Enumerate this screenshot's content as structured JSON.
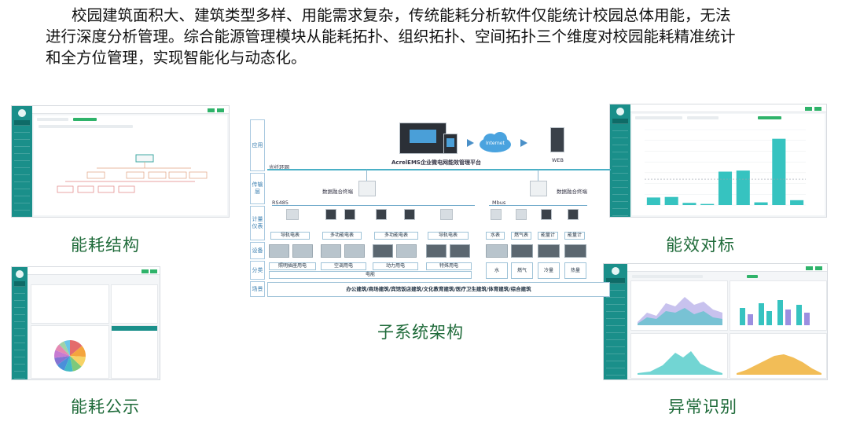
{
  "intro": {
    "line1": "校园建筑面积大、建筑类型多样、用能需求复杂，传统能耗分析软件仅能统计校园总体用能，无法",
    "line2": "进行深度分析管理。综合能源管理模块从能耗拓扑、组织拓扑、空间拓扑三个维度对校园能耗精准统计",
    "line3": "和全方位管理，实现智能化与动态化。"
  },
  "captions": {
    "structure": "能耗结构",
    "benchmark": "能效对标",
    "publicity": "能耗公示",
    "architecture": "子系统架构",
    "anomaly": "异常识别"
  },
  "architecture": {
    "layers": [
      "应用",
      "传输层",
      "计量仪表",
      "设备",
      "分类",
      "场景"
    ],
    "platform": "AcrelEMS企业微电网能效管理平台",
    "internet": "Internet",
    "web": "WEB",
    "fiber": "光纤环网",
    "gateway_left": "数据融合终端",
    "gateway_right": "数据融合终端",
    "bus_rs485": "RS485",
    "bus_mbus": "Mbus",
    "meters": [
      "导轨电表",
      "多功能电表",
      "多功能电表",
      "导轨电表",
      "水表",
      "燃气表",
      "能量计",
      "能量计"
    ],
    "categories": [
      "照明插座用电",
      "空调用电",
      "动力用电",
      "特殊用电",
      "水",
      "燃气",
      "冷量",
      "热量"
    ],
    "electricity": "电能",
    "scenes": "办公建筑/商场建筑/宾馆饭店建筑/文化教育建筑/医疗卫生建筑/体育建筑/综合建筑"
  },
  "colors": {
    "sidebar": "#1a8f8a",
    "accent": "#2fb36a",
    "bar": "#36c3c0",
    "area_purple": "#9b8fe0",
    "area_orange": "#f0b23a",
    "caption": "#1f6b3a"
  },
  "chart_data": [
    {
      "type": "bar",
      "title": "能效对标",
      "categories": [
        "",
        "",
        "",
        "",
        "",
        "",
        "",
        "",
        ""
      ],
      "values": [
        1.4,
        1.5,
        0.4,
        0.2,
        6.2,
        6.4,
        0.5,
        12.3,
        0.9
      ],
      "ylim": [
        0,
        14
      ]
    },
    {
      "type": "pie",
      "title": "能耗公示",
      "values": [
        14,
        12,
        11,
        10,
        9,
        9,
        8,
        8,
        7,
        6,
        6
      ],
      "colors": [
        "#e46c6c",
        "#f4a53d",
        "#f6d365",
        "#7dc97b",
        "#43b9c7",
        "#4a90d9",
        "#8474d3",
        "#c77bd1",
        "#e489b3",
        "#9fd3a8",
        "#6ac5e8"
      ]
    }
  ]
}
